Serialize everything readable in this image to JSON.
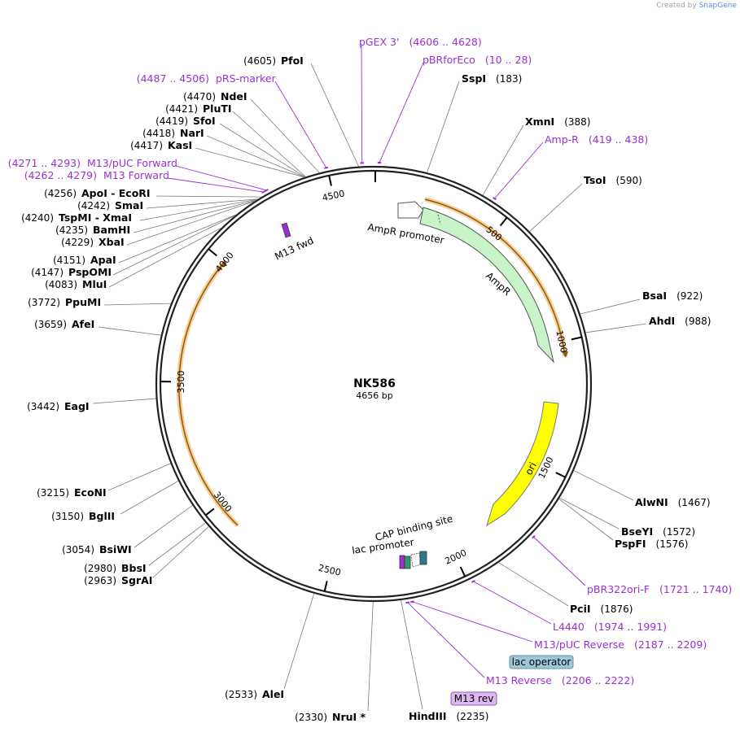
{
  "badge": {
    "created_by": "Created by",
    "brand": "SnapGene"
  },
  "plasmid": {
    "name": "NK586",
    "length_label": "4656 bp",
    "length": 4656
  },
  "ticks": [
    {
      "label": "500",
      "bp": 500
    },
    {
      "label": "1000",
      "bp": 1000
    },
    {
      "label": "1500",
      "bp": 1500
    },
    {
      "label": "2000",
      "bp": 2000
    },
    {
      "label": "2500",
      "bp": 2500
    },
    {
      "label": "3000",
      "bp": 3000
    },
    {
      "label": "3500",
      "bp": 3500
    },
    {
      "label": "4000",
      "bp": 4000
    },
    {
      "label": "4500",
      "bp": 4500
    }
  ],
  "enzymes": [
    {
      "name": "PfoI",
      "pos": "(4605)",
      "bp": 4605
    },
    {
      "name": "SspI",
      "pos": "(183)",
      "bp": 183
    },
    {
      "name": "NdeI",
      "pos": "(4470)",
      "bp": 4470
    },
    {
      "name": "PluTI",
      "pos": "(4421)",
      "bp": 4421
    },
    {
      "name": "SfoI",
      "pos": "(4419)",
      "bp": 4419
    },
    {
      "name": "NarI",
      "pos": "(4418)",
      "bp": 4418
    },
    {
      "name": "KasI",
      "pos": "(4417)",
      "bp": 4417
    },
    {
      "name": "XmnI",
      "pos": "(388)",
      "bp": 388
    },
    {
      "name": "TsoI",
      "pos": "(590)",
      "bp": 590
    },
    {
      "name": "ApoI - EcoRI",
      "pos": "(4256)",
      "bp": 4256
    },
    {
      "name": "SmaI",
      "pos": "(4242)",
      "bp": 4242
    },
    {
      "name": "TspMI - XmaI",
      "pos": "(4240)",
      "bp": 4240
    },
    {
      "name": "BamHI",
      "pos": "(4235)",
      "bp": 4235
    },
    {
      "name": "XbaI",
      "pos": "(4229)",
      "bp": 4229
    },
    {
      "name": "ApaI",
      "pos": "(4151)",
      "bp": 4151
    },
    {
      "name": "PspOMI",
      "pos": "(4147)",
      "bp": 4147
    },
    {
      "name": "MluI",
      "pos": "(4083)",
      "bp": 4083
    },
    {
      "name": "PpuMI",
      "pos": "(3772)",
      "bp": 3772
    },
    {
      "name": "AfeI",
      "pos": "(3659)",
      "bp": 3659
    },
    {
      "name": "BsaI",
      "pos": "(922)",
      "bp": 922
    },
    {
      "name": "AhdI",
      "pos": "(988)",
      "bp": 988
    },
    {
      "name": "EagI",
      "pos": "(3442)",
      "bp": 3442
    },
    {
      "name": "EcoNI",
      "pos": "(3215)",
      "bp": 3215
    },
    {
      "name": "BglII",
      "pos": "(3150)",
      "bp": 3150
    },
    {
      "name": "AlwNI",
      "pos": "(1467)",
      "bp": 1467
    },
    {
      "name": "BseYI",
      "pos": "(1572)",
      "bp": 1572
    },
    {
      "name": "PspFI",
      "pos": "(1576)",
      "bp": 1576
    },
    {
      "name": "BsiWI",
      "pos": "(3054)",
      "bp": 3054
    },
    {
      "name": "BbsI",
      "pos": "(2980)",
      "bp": 2980
    },
    {
      "name": "SgrAI",
      "pos": "(2963)",
      "bp": 2963
    },
    {
      "name": "PciI",
      "pos": "(1876)",
      "bp": 1876
    },
    {
      "name": "AleI",
      "pos": "(2533)",
      "bp": 2533
    },
    {
      "name": "NruI *",
      "pos": "(2330)",
      "bp": 2330
    },
    {
      "name": "HindIII",
      "pos": "(2235)",
      "bp": 2235
    }
  ],
  "primers": [
    {
      "name": "pGEX 3'",
      "range": "(4606 .. 4628)"
    },
    {
      "name": "pBRforEco",
      "range": "(10 .. 28)"
    },
    {
      "name": "pRS-marker",
      "range": "(4487 .. 4506)"
    },
    {
      "name": "Amp-R",
      "range": "(419 .. 438)"
    },
    {
      "name": "M13/pUC Forward",
      "range": "(4271 .. 4293)"
    },
    {
      "name": "M13 Forward",
      "range": "(4262 .. 4279)"
    },
    {
      "name": "pBR322ori-F",
      "range": "(1721 .. 1740)"
    },
    {
      "name": "L4440",
      "range": "(1974 .. 1991)"
    },
    {
      "name": "M13/pUC Reverse",
      "range": "(2187 .. 2209)"
    },
    {
      "name": "M13 Reverse",
      "range": "(2206 .. 2222)"
    }
  ],
  "features": {
    "ampr_promoter": "AmpR promoter",
    "ampr": "AmpR",
    "ori": "ori",
    "m13_fwd": "M13 fwd",
    "cap_site": "CAP binding site",
    "lac_promoter": "lac promoter",
    "lac_operator": "lac operator",
    "m13_rev": "M13 rev"
  },
  "colors": {
    "ampr": "#c8f5c8",
    "ori": "#ffff00",
    "orf": "#f2a640",
    "primer": "#9b2fd4",
    "lac_operator": "#9ec8d8",
    "m13_rev": "#dcb8f0"
  }
}
